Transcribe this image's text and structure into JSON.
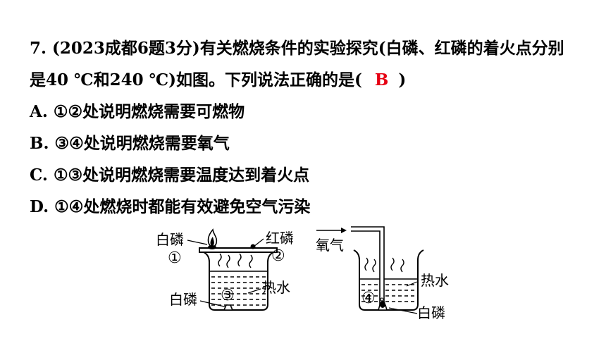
{
  "question": {
    "line1": "7. (2023成都6题3分)有关燃烧条件的实验探究(白磷、红磷的着火点分别",
    "line2_prefix": "是40 ℃和240 ℃)如图。下列说法正确的是(",
    "answer": "B",
    "line2_suffix": ")"
  },
  "options": [
    {
      "letter": "A.",
      "text": "①②处说明燃烧需要可燃物"
    },
    {
      "letter": "B.",
      "text": "③④处说明燃烧需要氧气"
    },
    {
      "letter": "C.",
      "text": "①③处说明燃烧需要温度达到着火点"
    },
    {
      "letter": "D.",
      "text": "①④处燃烧时都能有效避免空气污染"
    }
  ],
  "figure": {
    "left": {
      "label_white_p_top": "白磷",
      "marker_1": "①",
      "label_red_p": "红磷",
      "marker_2": "②",
      "marker_3": "③",
      "label_hot_water": "热水",
      "label_white_p_bottom": "白磷"
    },
    "right": {
      "label_oxygen": "氧气",
      "label_hot_water": "热水",
      "marker_4": "④",
      "label_white_p": "白磷"
    },
    "icons": [
      "flame-icon",
      "beaker-icon",
      "copper-plate-icon",
      "steam-icon",
      "gas-tube-icon",
      "arrow-right-icon"
    ]
  }
}
